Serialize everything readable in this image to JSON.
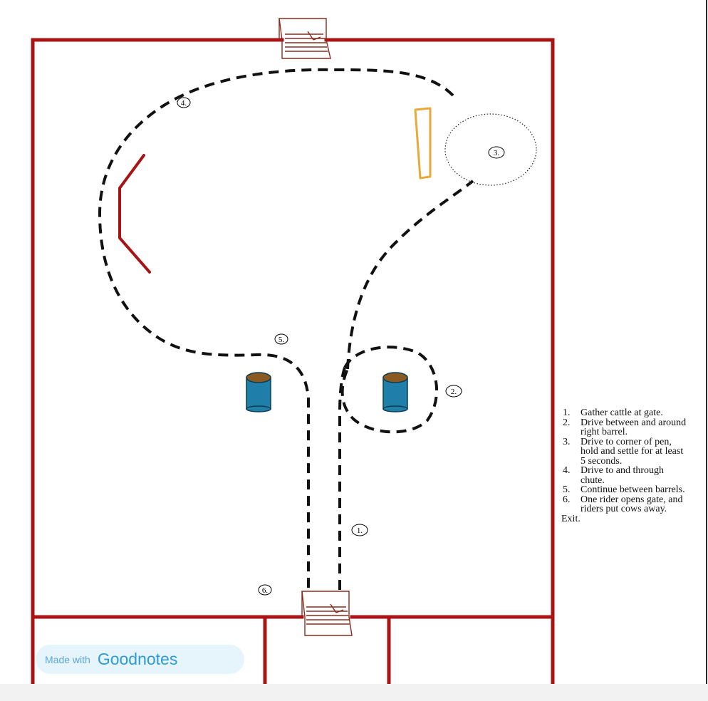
{
  "diagram": {
    "markers": [
      "1.",
      "2.",
      "3.",
      "4.",
      "5.",
      "6."
    ],
    "colors": {
      "fence": "#a81414",
      "path": "#111111",
      "barrel_body": "#1f7fa8",
      "barrel_top": "#8a5a22",
      "chute": "#e8a93b",
      "gate": "#8a2a1f",
      "hold_zone": "#222222"
    }
  },
  "instructions": {
    "steps": [
      {
        "num": "1.",
        "text": "Gather cattle at gate."
      },
      {
        "num": "2.",
        "text": "Drive between and around right barrel."
      },
      {
        "num": "3.",
        "text": "Drive to corner of pen,  hold and settle for at least  5 seconds."
      },
      {
        "num": "4.",
        "text": "Drive to and through chute."
      },
      {
        "num": "5.",
        "text": "Continue between barrels."
      },
      {
        "num": "6.",
        "text": "One rider opens gate, and riders put cows away."
      }
    ],
    "exit": "Exit."
  },
  "watermark": {
    "prefix": "Made with",
    "brand": "Goodnotes"
  }
}
